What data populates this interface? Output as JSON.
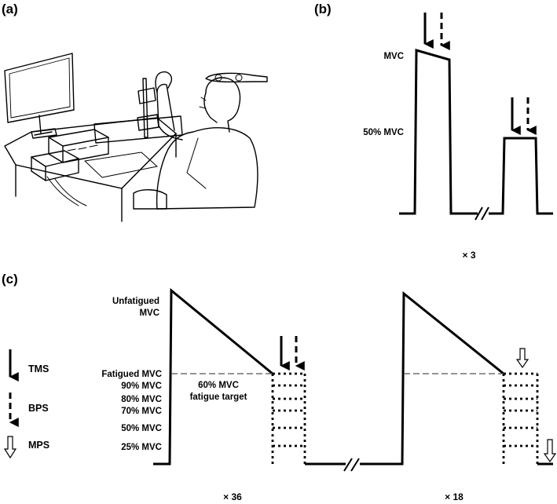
{
  "panels": {
    "a": "(a)",
    "b": "(b)",
    "c": "(c)"
  },
  "panel_b": {
    "mvc_label": "MVC",
    "half_mvc_label": "50% MVC",
    "repeat_label": "× 3"
  },
  "panel_c": {
    "unfatigued_line1": "Unfatigued",
    "unfatigued_line2": "MVC",
    "level_labels": [
      "Fatigued MVC",
      "90% MVC",
      "80% MVC",
      "70% MVC",
      "50% MVC",
      "25% MVC"
    ],
    "target_line1": "60% MVC",
    "target_line2": "fatigue target",
    "repeat_left": "× 36",
    "repeat_right": "× 18"
  },
  "legend": {
    "tms": "TMS",
    "bps": "BPS",
    "mps": "MPS"
  }
}
